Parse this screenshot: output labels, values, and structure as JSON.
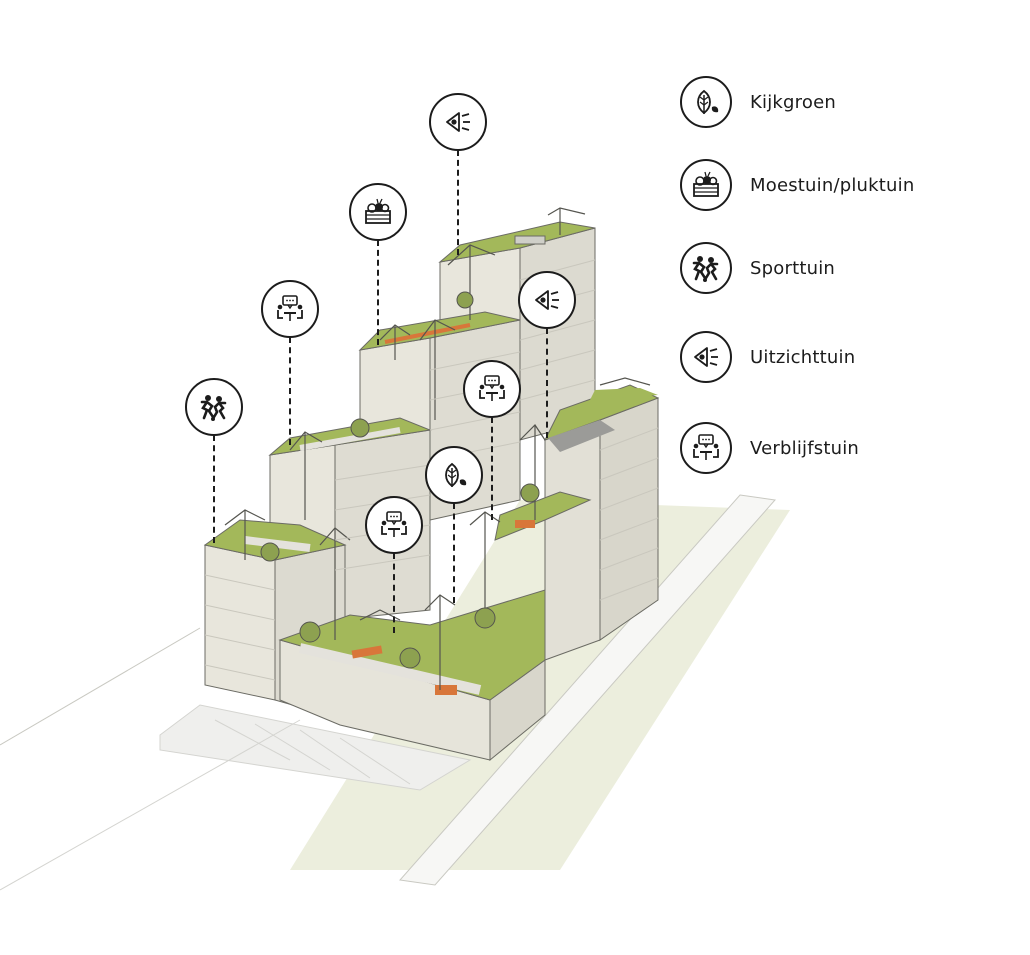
{
  "legend": [
    {
      "icon": "leaf-icon",
      "label": "Kijkgroen"
    },
    {
      "icon": "vegetable-crate-icon",
      "label": "Moestuin/pluktuin"
    },
    {
      "icon": "sport-players-icon",
      "label": "Sporttuin"
    },
    {
      "icon": "eye-view-icon",
      "label": "Uitzichttuin"
    },
    {
      "icon": "conversation-seating-icon",
      "label": "Verblijfstuin"
    }
  ],
  "markers": [
    {
      "icon": "sport-players-icon"
    },
    {
      "icon": "conversation-seating-icon"
    },
    {
      "icon": "vegetable-crate-icon"
    },
    {
      "icon": "eye-view-icon"
    },
    {
      "icon": "eye-view-icon"
    },
    {
      "icon": "conversation-seating-icon"
    },
    {
      "icon": "leaf-icon"
    },
    {
      "icon": "conversation-seating-icon"
    }
  ],
  "colors": {
    "facade": "#e8e6dc",
    "facade_shade": "#d8d6cb",
    "roof_green": "#a3b85a",
    "path": "#e4e2dc",
    "accent_orange": "#d8763a",
    "ground": "#eceedd",
    "road": "#f3f3f1",
    "line": "#1c1c1c"
  }
}
